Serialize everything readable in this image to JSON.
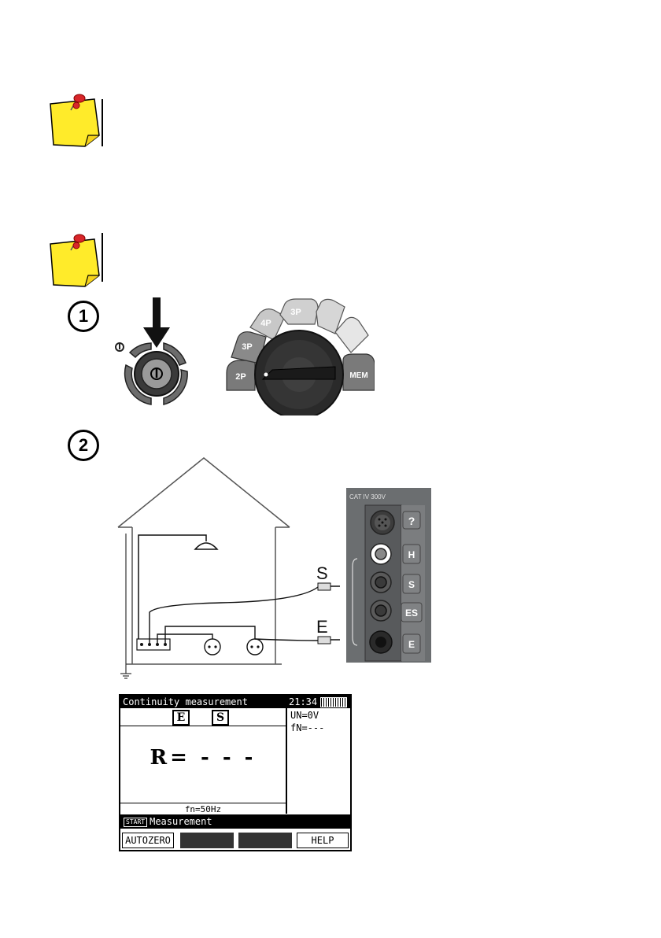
{
  "colors": {
    "note_yellow": "#ffeb2a",
    "pin_red": "#d8262a",
    "panel_gray": "#6b6e70"
  },
  "steps": [
    {
      "number": "1"
    },
    {
      "number": "2"
    }
  ],
  "rotary_switch": {
    "power_icon": "power-icon",
    "positions": [
      "2P",
      "3P",
      "4P",
      "3P",
      "",
      "",
      "MEM"
    ]
  },
  "wiring": {
    "probe_s": "S",
    "probe_e": "E"
  },
  "socket_panel": {
    "rating": "CAT IV 300V",
    "labels": [
      "H",
      "S",
      "ES",
      "E"
    ]
  },
  "display": {
    "title": "Continuity measurement",
    "time": "21:34",
    "side_voltage": "UN=0V",
    "side_freq": "fN=---",
    "terminal_e": "E",
    "terminal_s": "S",
    "result": "R= - - -",
    "freq": "fn=50Hz",
    "status_key": "START",
    "status_text": "Measurement",
    "softkeys": [
      "AUTOZERO",
      "",
      "",
      "HELP"
    ]
  }
}
